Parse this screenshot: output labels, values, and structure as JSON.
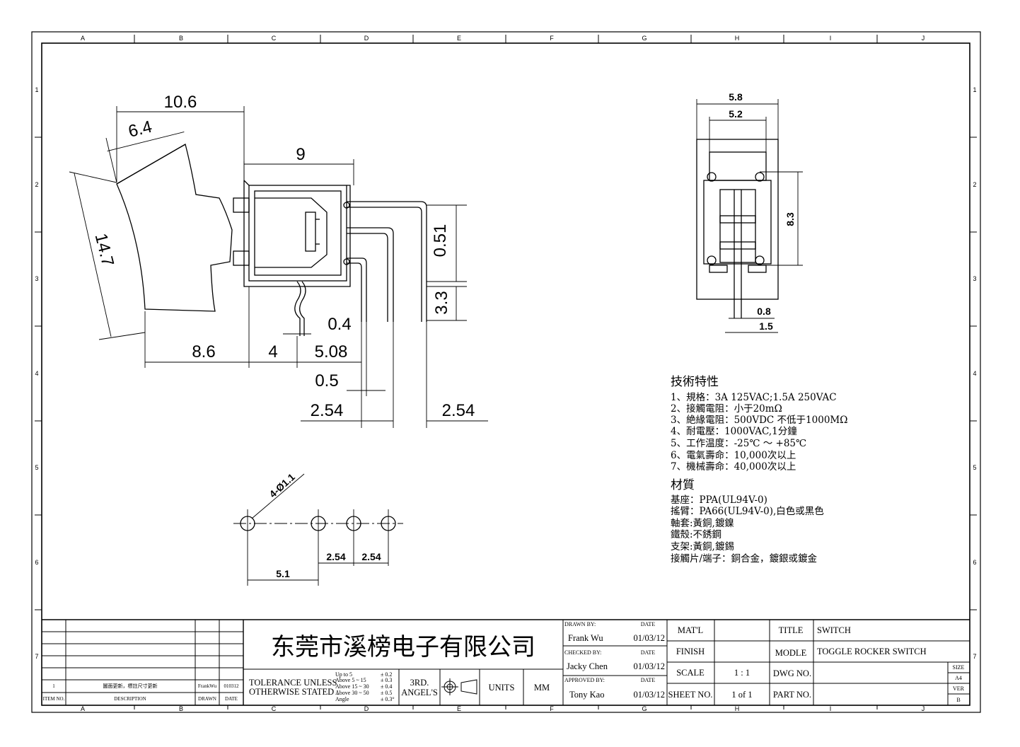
{
  "zones": {
    "cols": [
      "A",
      "B",
      "C",
      "D",
      "E",
      "F",
      "G",
      "H",
      "I",
      "J"
    ],
    "rows": [
      "1",
      "2",
      "3",
      "4",
      "5",
      "6",
      "7"
    ]
  },
  "side_view": {
    "dims": [
      "10.6",
      "6.4",
      "9",
      "14.7",
      "0.51",
      "3.3",
      "0.4",
      "8.6",
      "4",
      "5.08",
      "0.5",
      "2.54",
      "2.54"
    ]
  },
  "end_view": {
    "dims": [
      "5.8",
      "5.2",
      "8.3",
      "0.8",
      "1.5"
    ]
  },
  "hole_pattern": {
    "callout": "4-Ø1.1",
    "dims": [
      "2.54",
      "2.54",
      "5.1"
    ]
  },
  "specs": {
    "heading": "技術特性",
    "items": [
      "1、規格：3A 125VAC;1.5A 250VAC",
      "2、接觸電阻：小于20mΩ",
      "3、絶緣電阻：500VDC 不低于1000MΩ",
      "4、耐電壓：1000VAC,1分鐘",
      "5、工作温度：-25℃ ～ +85℃",
      "6、電氣壽命：10,000次以上",
      "7、機械壽命：40,000次以上"
    ],
    "material_heading": "材質",
    "materials": [
      "基座：PPA(UL94V-0)",
      "搖臂：PA66(UL94V-0),白色或黑色",
      "軸套:黃銅,鍍鎳",
      "鐵殼:不銹鋼",
      "支架:黃銅,鍍錫",
      "接觸片/端子：銅合金，鍍銀或鍍金"
    ]
  },
  "title_block": {
    "revision": {
      "item": "1",
      "description": "圖面更新，標註尺寸更新",
      "drawn": "FrankWu",
      "date": "010312"
    },
    "headers": {
      "item": "ITEM NO.",
      "description": "DESCRIPTION",
      "drawn": "DRAWN",
      "date": "DATE"
    },
    "company": "东莞市溪榜电子有限公司",
    "tolerance_label_1": "TOLERANCE UNLESS",
    "tolerance_label_2": "OTHERWISE STATED :",
    "tolerances": [
      {
        "range": "Up  to  5",
        "value": "± 0.2"
      },
      {
        "range": "Above 5   ~ 15",
        "value": "± 0.3"
      },
      {
        "range": "Above 15 ~ 30",
        "value": "± 0.4"
      },
      {
        "range": "Above 30 ~ 50",
        "value": "± 0.5"
      },
      {
        "range": "Angle",
        "value": "± 0.3°"
      }
    ],
    "angle_1": "3RD.",
    "angle_2": "ANGEL'S",
    "units_label": "UNITS",
    "units_value": "MM",
    "drawn_by_label": "DRAWN BY:",
    "drawn_by": "Frank Wu",
    "drawn_date": "01/03/12",
    "checked_by_label": "CHECKED BY:",
    "checked_by": "Jacky Chen",
    "checked_date": "01/03/12",
    "approved_by_label": "APPROVED BY:",
    "approved_by": "Tony Kao",
    "approved_date": "01/03/12",
    "date_label": "DATE",
    "matl_label": "MAT'L",
    "matl_value": "",
    "finish_label": "FINISH",
    "finish_value": "",
    "scale_label": "SCALE",
    "scale_value": "1 : 1",
    "sheet_label": "SHEET NO.",
    "sheet_value": "1 of 1",
    "title_label": "TITLE",
    "title_value": "SWITCH",
    "model_label": "MODLE",
    "model_value": "TOGGLE ROCKER SWITCH",
    "dwg_label": "DWG NO.",
    "dwg_value": "",
    "part_label": "PART NO.",
    "part_value": "",
    "size_label": "SIZE",
    "size_value": "A4",
    "ver_label": "VER",
    "ver_value": "B"
  }
}
